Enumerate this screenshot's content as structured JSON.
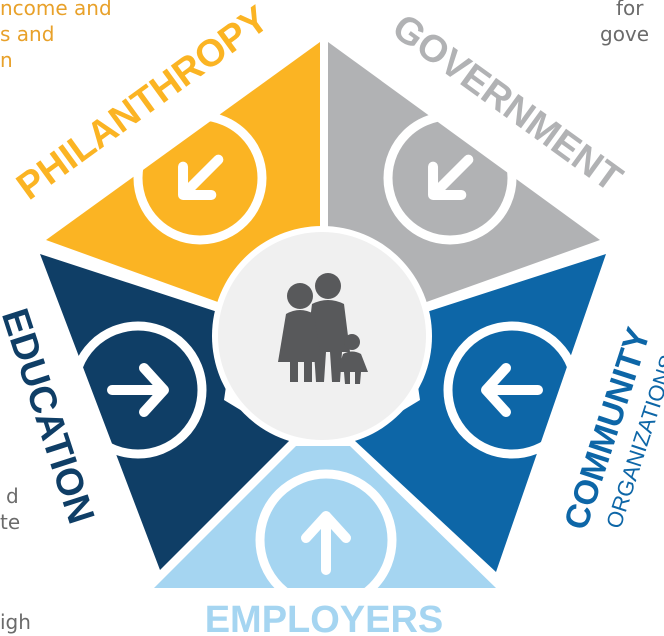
{
  "labels": {
    "philanthropy": "PHILANTHROPY",
    "government": "GOVERNMENT",
    "education": "EDUCATION",
    "community": "COMMUNITY",
    "organizations": "ORGANIZATIONS",
    "employers": "EMPLOYERS"
  },
  "colors": {
    "philanthropy": "#fbb423",
    "government": "#b1b2b4",
    "education": "#0f3e66",
    "community": "#0d66a7",
    "employers": "#a5d5f1",
    "hub": "#f0f0f0",
    "family": "#58595b"
  },
  "icons": {
    "center": "family-icon",
    "segments": "arrow-in-circle-icon"
  },
  "fragments": {
    "top_left": [
      "ncome and",
      "s and",
      "n"
    ],
    "top_right": [
      "for",
      "gove"
    ],
    "left_mid": [
      "d",
      "te"
    ],
    "bottom_left": [
      "igh"
    ]
  }
}
